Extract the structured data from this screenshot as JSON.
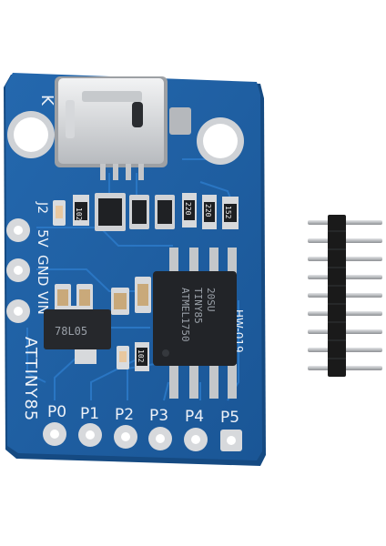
{
  "board": {
    "name_label": "ATTINY85",
    "model_label": "HW-019",
    "corner_label": "K",
    "header_label": "J2",
    "power_pins": [
      "5V",
      "GND",
      "VIN"
    ],
    "io_pins": [
      "P0",
      "P1",
      "P2",
      "P3",
      "P4",
      "P5"
    ]
  },
  "chip": {
    "line1": "ATMEL1750",
    "line2": "TINY85",
    "line3": "20SU"
  },
  "regulator": {
    "line1": "78L05"
  },
  "resistors": [
    "102",
    "220",
    "220",
    "152",
    "102"
  ],
  "colors": {
    "pcb": "#1d5fa3",
    "pcb_edge": "#154a82",
    "trace": "#2a72bd",
    "silkscreen": "#eef2f8",
    "pad_metal": "#d7d9dc",
    "ic_body": "#222428",
    "header_plastic": "#1a1a1a",
    "header_pin": "#b9bcc0"
  }
}
